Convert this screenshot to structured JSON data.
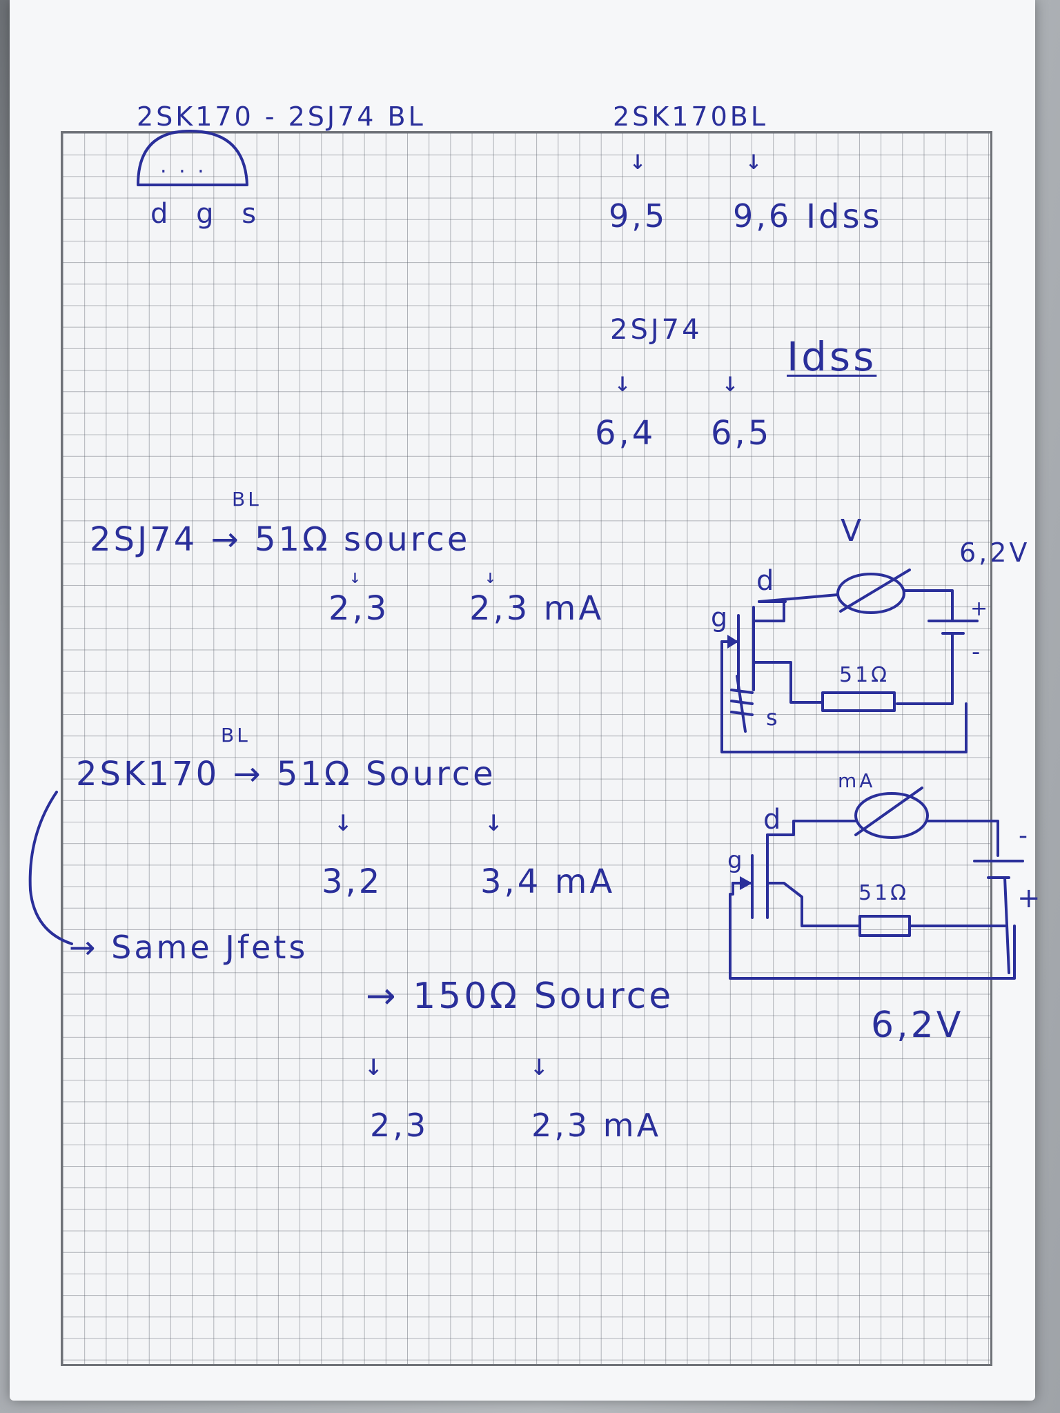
{
  "page": {
    "pinout_title": "2SK170 - 2SJ74 BL",
    "pinout_labels": "d g s",
    "pinout_dots": ". . .",
    "k170_title": "2SK170BL",
    "k170_arrows": [
      "↓",
      "↓"
    ],
    "k170_values": [
      "9,5",
      "9,6"
    ],
    "k170_idss": "Idss",
    "j74_title": "2SJ74",
    "j74_idss": "Idss",
    "j74_arrows": [
      "↓",
      "↓"
    ],
    "j74_values": [
      "6,4",
      "6,5"
    ],
    "meas1_bl": "BL",
    "meas1_line": "2SJ74 → 51Ω source",
    "meas1_arrows": [
      "↓",
      "↓"
    ],
    "meas1_values": [
      "2,3",
      "2,3 mA"
    ],
    "meas2_bl": "BL",
    "meas2_line": "2SK170 → 51Ω Source",
    "meas2_arrows": [
      "↓",
      "↓"
    ],
    "meas2_values": [
      "3,2",
      "3,4 mA"
    ],
    "same_jfets": "→ Same Jfets",
    "meas3_line": "→ 150Ω Source",
    "meas3_arrows": [
      "↓",
      "↓"
    ],
    "meas3_values": [
      "2,3",
      "2,3 mA"
    ]
  },
  "circuit1": {
    "meter": "V",
    "voltage": "6,2V",
    "drain": "d",
    "gate": "g",
    "source": "s",
    "resistor": "51Ω",
    "plus": "+",
    "minus": "-"
  },
  "circuit2": {
    "meter": "mA",
    "voltage": "6,2V",
    "drain": "d",
    "gate": "g",
    "resistor": "51Ω",
    "plus": "+",
    "minus": "-"
  }
}
